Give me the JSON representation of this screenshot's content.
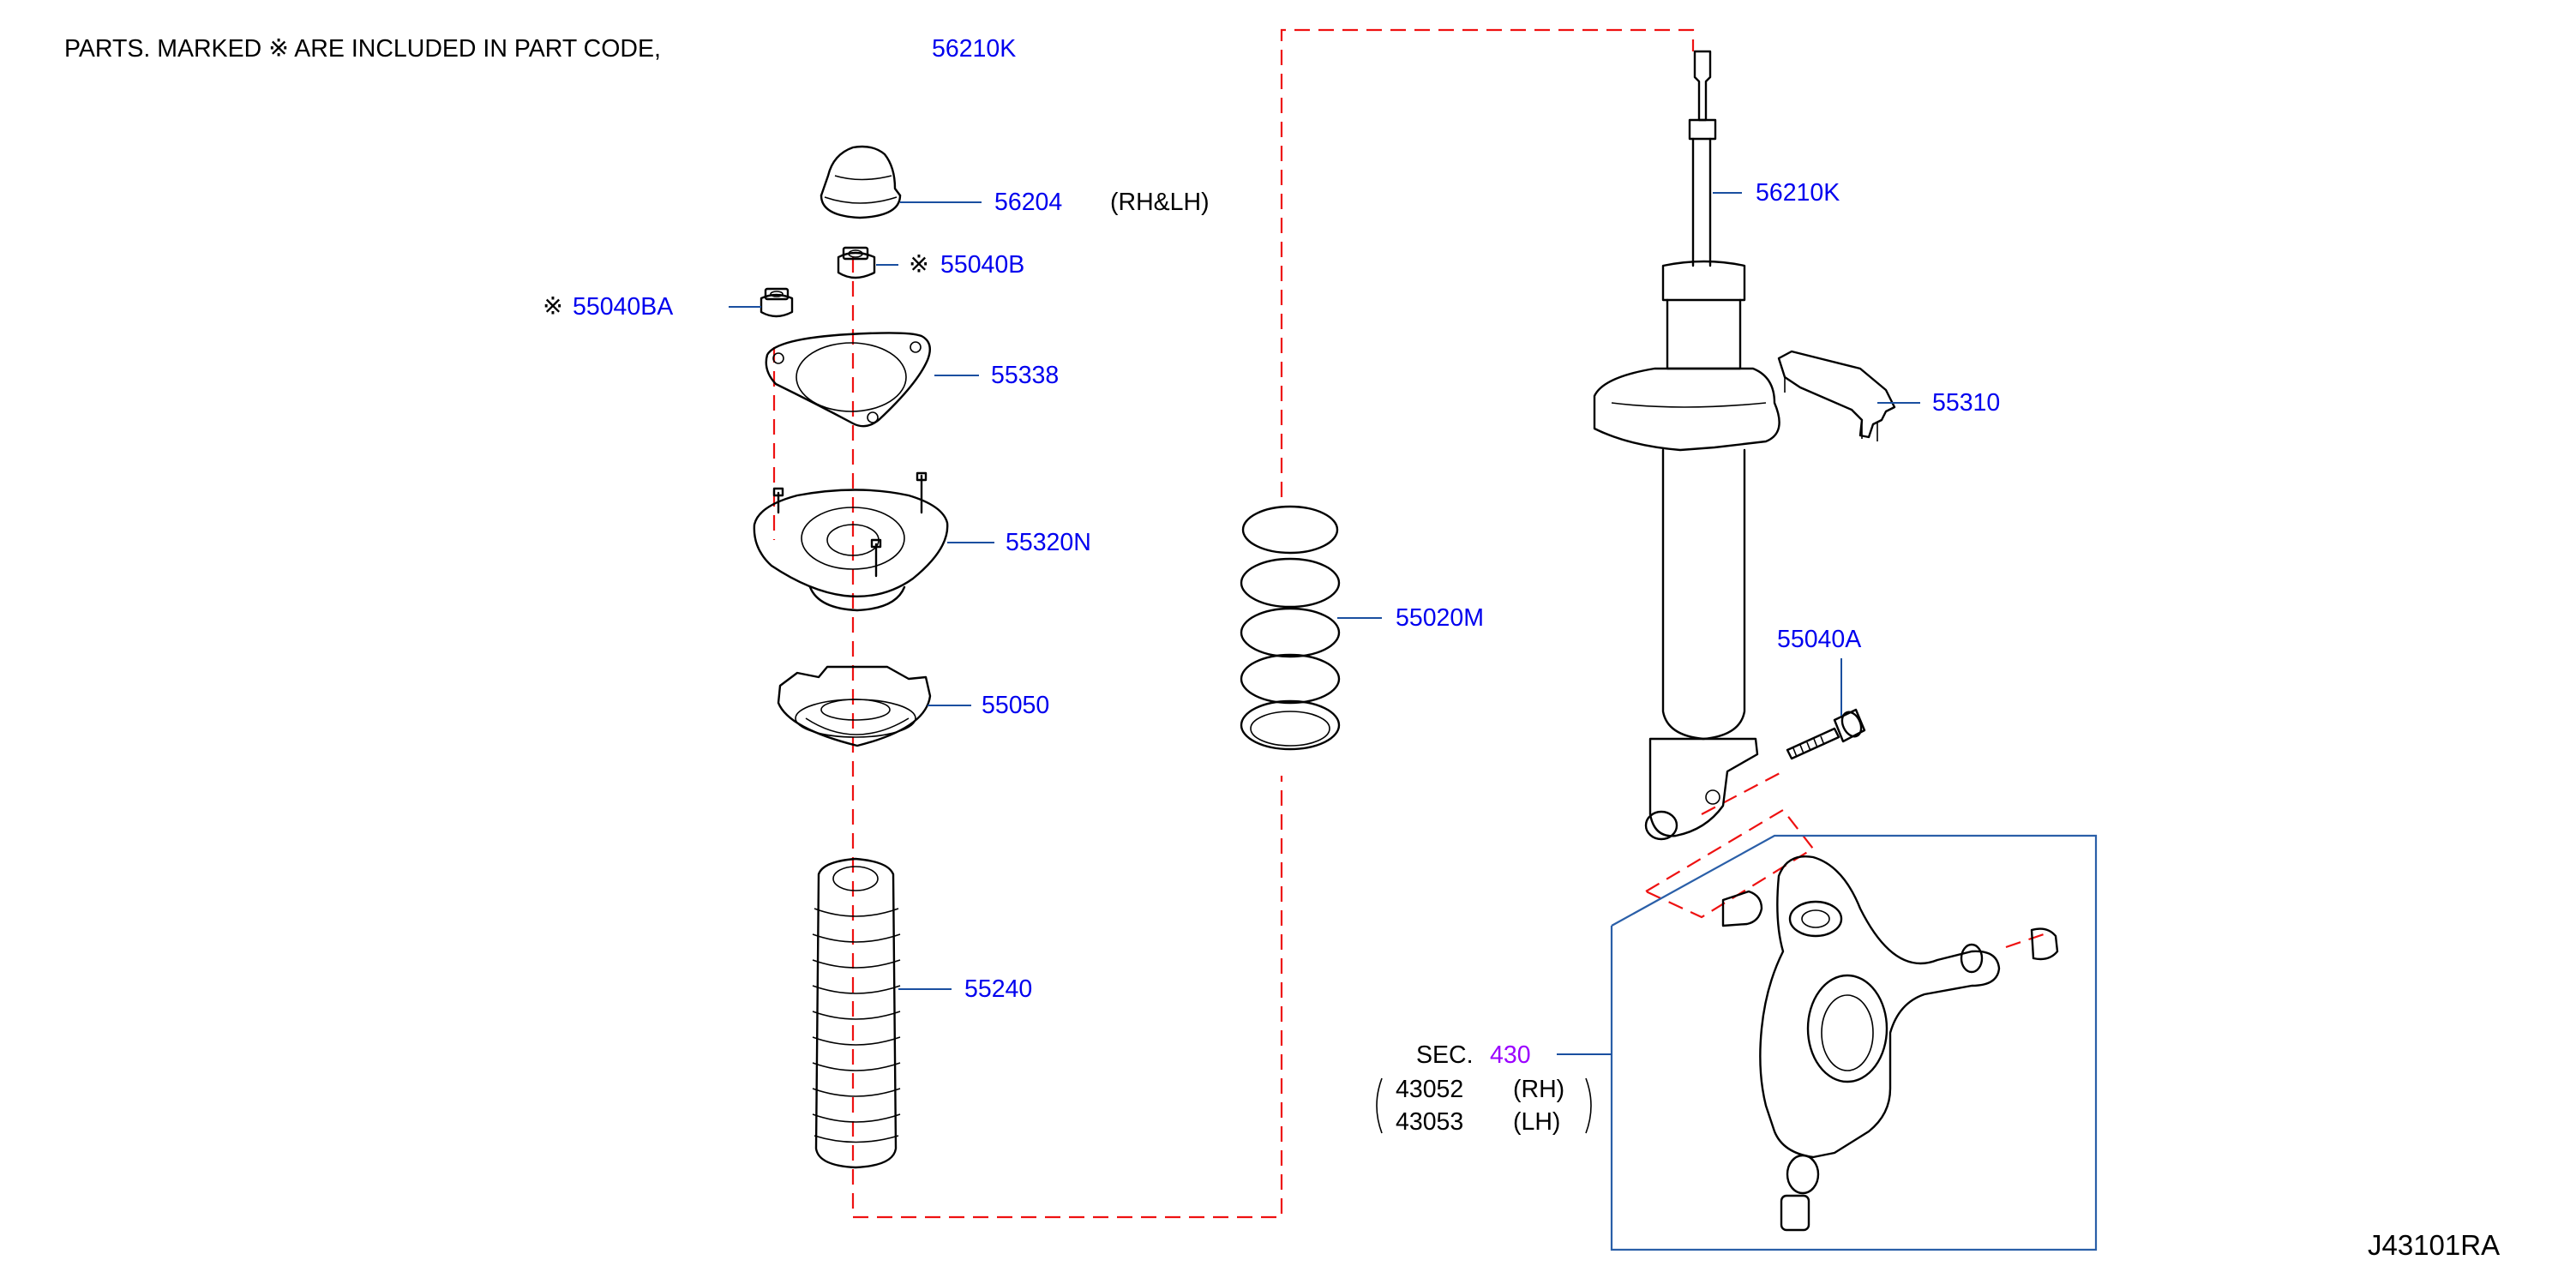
{
  "note": {
    "text": "PARTS.   MARKED   ※ ARE   INCLUDED   IN   PART   CODE,",
    "part_code": "56210K"
  },
  "callouts": {
    "c56204": "56204",
    "c56204_side": "(RH&LH)",
    "c55040B": "55040B",
    "c55040BA": "55040BA",
    "c55338": "55338",
    "c55320N": "55320N",
    "c55050": "55050",
    "c55240": "55240",
    "c55020M": "55020M",
    "c56210K": "56210K",
    "c55310": "55310",
    "c55040A": "55040A",
    "marker": "※"
  },
  "section": {
    "prefix": "SEC.",
    "number": "430",
    "rh_code": "43052",
    "rh_side": "(RH)",
    "lh_code": "43053",
    "lh_side": "(LH)"
  },
  "diagram_id": "J43101RA",
  "colors": {
    "label_blue": "#0000ee",
    "section_purple": "#9b00ff",
    "reference_red": "#ee1111",
    "leader_blue": "#1a4fa0"
  }
}
